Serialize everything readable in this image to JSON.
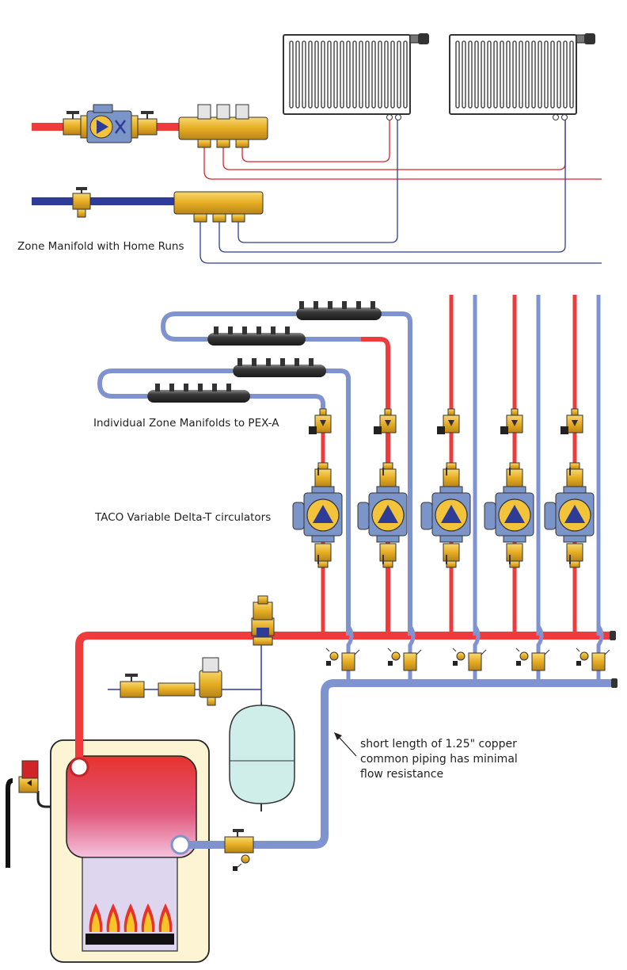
{
  "labels": {
    "zone_manifold_home_runs": "Zone Manifold with Home Runs",
    "individual_zone_manifolds": "Individual Zone Manifolds to PEX-A",
    "taco_circulators": "TACO Variable Delta-T circulators",
    "copper_note": [
      "short length of 1.25\" copper",
      "common piping has minimal",
      "flow resistance"
    ]
  },
  "colors": {
    "supply": "#ef3b3b",
    "return": "#7e93cf",
    "home_run_supply": "#d9252a",
    "home_run_return": "#2e3c95",
    "brass": "#e9b52b",
    "circulator_body": "#7c95c8",
    "circulator_face": "#f3c43b",
    "circulator_triangle": "#2e3c95",
    "boiler_case": "#fcf4d2",
    "expansion_tank": "#cfeee9",
    "manifold": "#4a4a4a",
    "flame": "#f7c52a",
    "combustion_chamber": "#ddd6ee"
  },
  "zones": 5,
  "radiators": 2,
  "burner_flames": 5
}
